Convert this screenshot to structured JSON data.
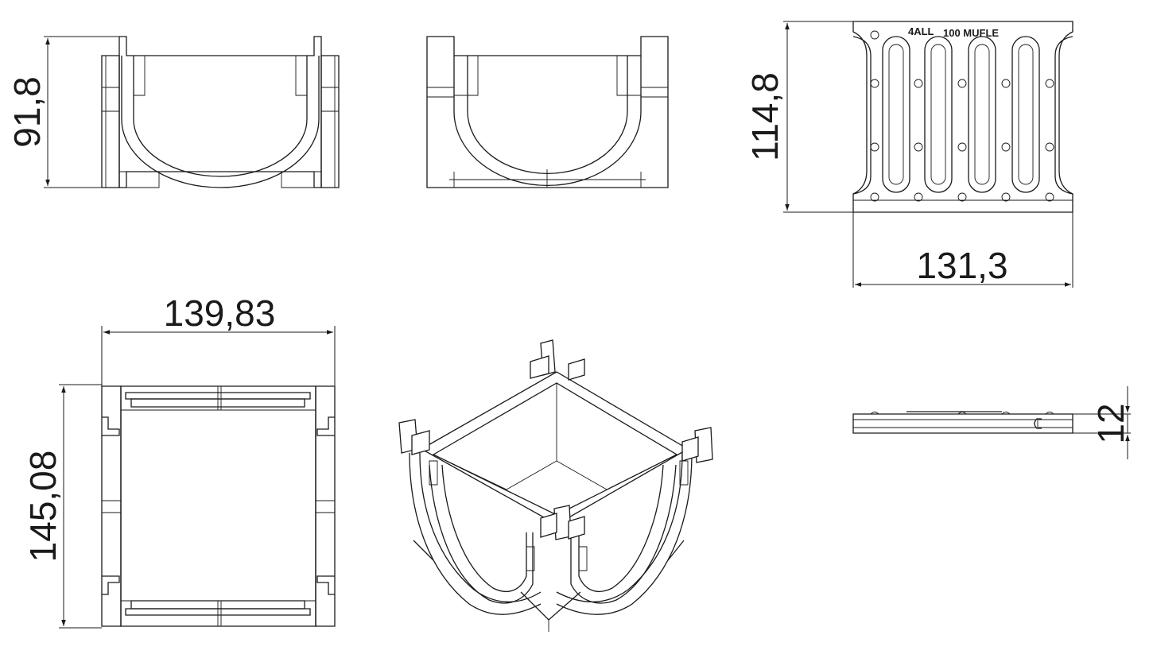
{
  "drawing": {
    "dimensions": {
      "front_height": "91,8",
      "grate_height": "114,8",
      "grate_width": "131,3",
      "top_width": "139,83",
      "top_depth": "145,08",
      "grate_thickness": "12"
    },
    "grate_logo": "100 MUFLE",
    "grate_logo_prefix": "4ALL"
  }
}
